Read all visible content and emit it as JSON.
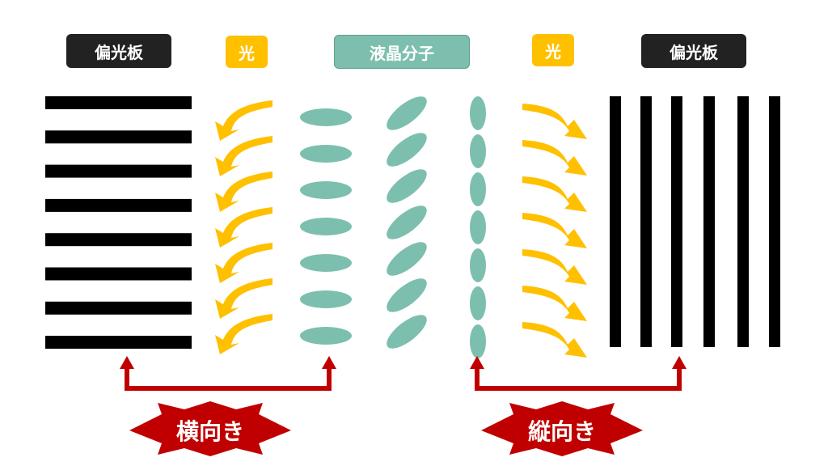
{
  "labels": {
    "polarizer_left": "偏光板",
    "light_left": "光",
    "liquid_crystal": "液晶分子",
    "light_right": "光",
    "polarizer_right": "偏光板"
  },
  "orientation": {
    "horizontal": "横向き",
    "vertical": "縦向き"
  },
  "colors": {
    "polarizer_bar": "#000000",
    "light_arrow": "#ffc000",
    "molecule": "#7dbfae",
    "bracket": "#c00000",
    "burst": "#c00000",
    "label_dark": "#222222"
  },
  "counts": {
    "left_polarizer_bars": 8,
    "right_polarizer_bars": 6,
    "left_arrows": 7,
    "right_arrows": 7,
    "molecules_per_column": 7
  }
}
